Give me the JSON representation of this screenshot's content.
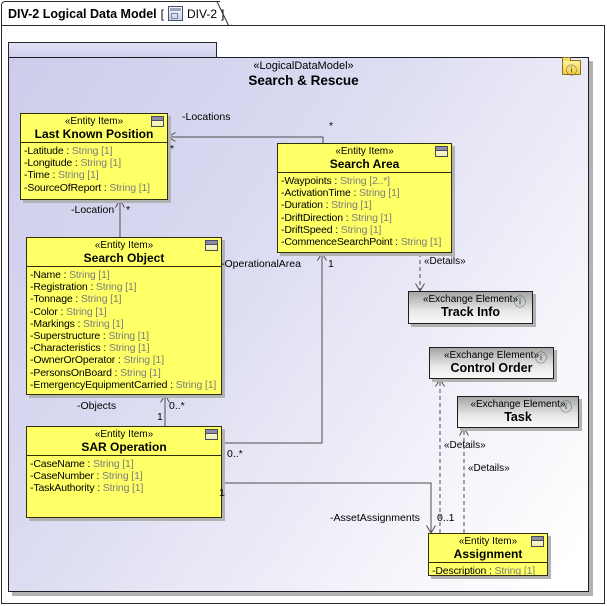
{
  "window": {
    "title": "DIV-2 Logical Data Model",
    "bracket_open": "[",
    "ref": "DIV-2",
    "bracket_close": "]"
  },
  "frame": {
    "stereotype": "«LogicalDataModel»",
    "title": "Search & Rescue"
  },
  "icons": {
    "info": "ⓘ"
  },
  "entities": [
    {
      "stereotype": "«Entity Item»",
      "name": "Last Known Position",
      "attrs": [
        {
          "n": "-Latitude : ",
          "t": "String [1]"
        },
        {
          "n": "-Longitude : ",
          "t": "String [1]"
        },
        {
          "n": "-Time : ",
          "t": "String [1]"
        },
        {
          "n": "-SourceOfReport : ",
          "t": "String [1]"
        }
      ]
    },
    {
      "stereotype": "«Entity Item»",
      "name": "Search Area",
      "attrs": [
        {
          "n": "-Waypoints : ",
          "t": "String [2..*]"
        },
        {
          "n": "-ActivationTime : ",
          "t": "String [1]"
        },
        {
          "n": "-Duration : ",
          "t": "String [1]"
        },
        {
          "n": "-DriftDirection : ",
          "t": "String [1]"
        },
        {
          "n": "-DriftSpeed : ",
          "t": "String [1]"
        },
        {
          "n": "-CommenceSearchPoint : ",
          "t": "String [1]"
        }
      ]
    },
    {
      "stereotype": "«Entity Item»",
      "name": "Search Object",
      "attrs": [
        {
          "n": "-Name : ",
          "t": "String [1]"
        },
        {
          "n": "-Registration : ",
          "t": "String [1]"
        },
        {
          "n": "-Tonnage : ",
          "t": "String [1]"
        },
        {
          "n": "-Color : ",
          "t": "String [1]"
        },
        {
          "n": "-Markings : ",
          "t": "String [1]"
        },
        {
          "n": "-Superstructure : ",
          "t": "String [1]"
        },
        {
          "n": "-Characteristics : ",
          "t": "String [1]"
        },
        {
          "n": "-OwnerOrOperator : ",
          "t": "String [1]"
        },
        {
          "n": "-PersonsOnBoard : ",
          "t": "String [1]"
        },
        {
          "n": "-EmergencyEquipmentCarried : ",
          "t": "String [1]"
        }
      ]
    },
    {
      "stereotype": "«Entity Item»",
      "name": "SAR Operation",
      "attrs": [
        {
          "n": "-CaseName : ",
          "t": "String [1]"
        },
        {
          "n": "-CaseNumber : ",
          "t": "String [1]"
        },
        {
          "n": "-TaskAuthority : ",
          "t": "String [1]"
        }
      ]
    },
    {
      "stereotype": "«Entity Item»",
      "name": "Assignment",
      "attrs": [
        {
          "n": "-Description : ",
          "t": "String [1]"
        }
      ]
    }
  ],
  "exchanges": [
    {
      "stereotype": "«Exchange Element»",
      "name": "Track Info"
    },
    {
      "stereotype": "«Exchange Element»",
      "name": "Control Order"
    },
    {
      "stereotype": "«Exchange Element»",
      "name": "Task"
    }
  ],
  "connectors": {
    "locations": {
      "label": "-Locations",
      "source_mult": "*",
      "target_mult": "*"
    },
    "location": {
      "label": "-Location",
      "target_mult": "*"
    },
    "objects": {
      "label": "-Objects",
      "target_mult": "0..*",
      "source_mult": "1"
    },
    "operational_area": {
      "label": "-OperationalArea",
      "target_mult": "1",
      "source_mult": "0..*"
    },
    "asset_assignments": {
      "label": "-AssetAssignments",
      "target_mult": "0..1",
      "source_mult": "1"
    },
    "details": {
      "label": "«Details»"
    }
  },
  "colors": {
    "entity_fill": "#ffff66",
    "entity_border": "#30300f",
    "exchange_fill_dark": "#a5a5a5",
    "frame_fill": "#cfcfed",
    "shadow": "#b2b2b2",
    "connector_line": "#4d4d4d"
  }
}
